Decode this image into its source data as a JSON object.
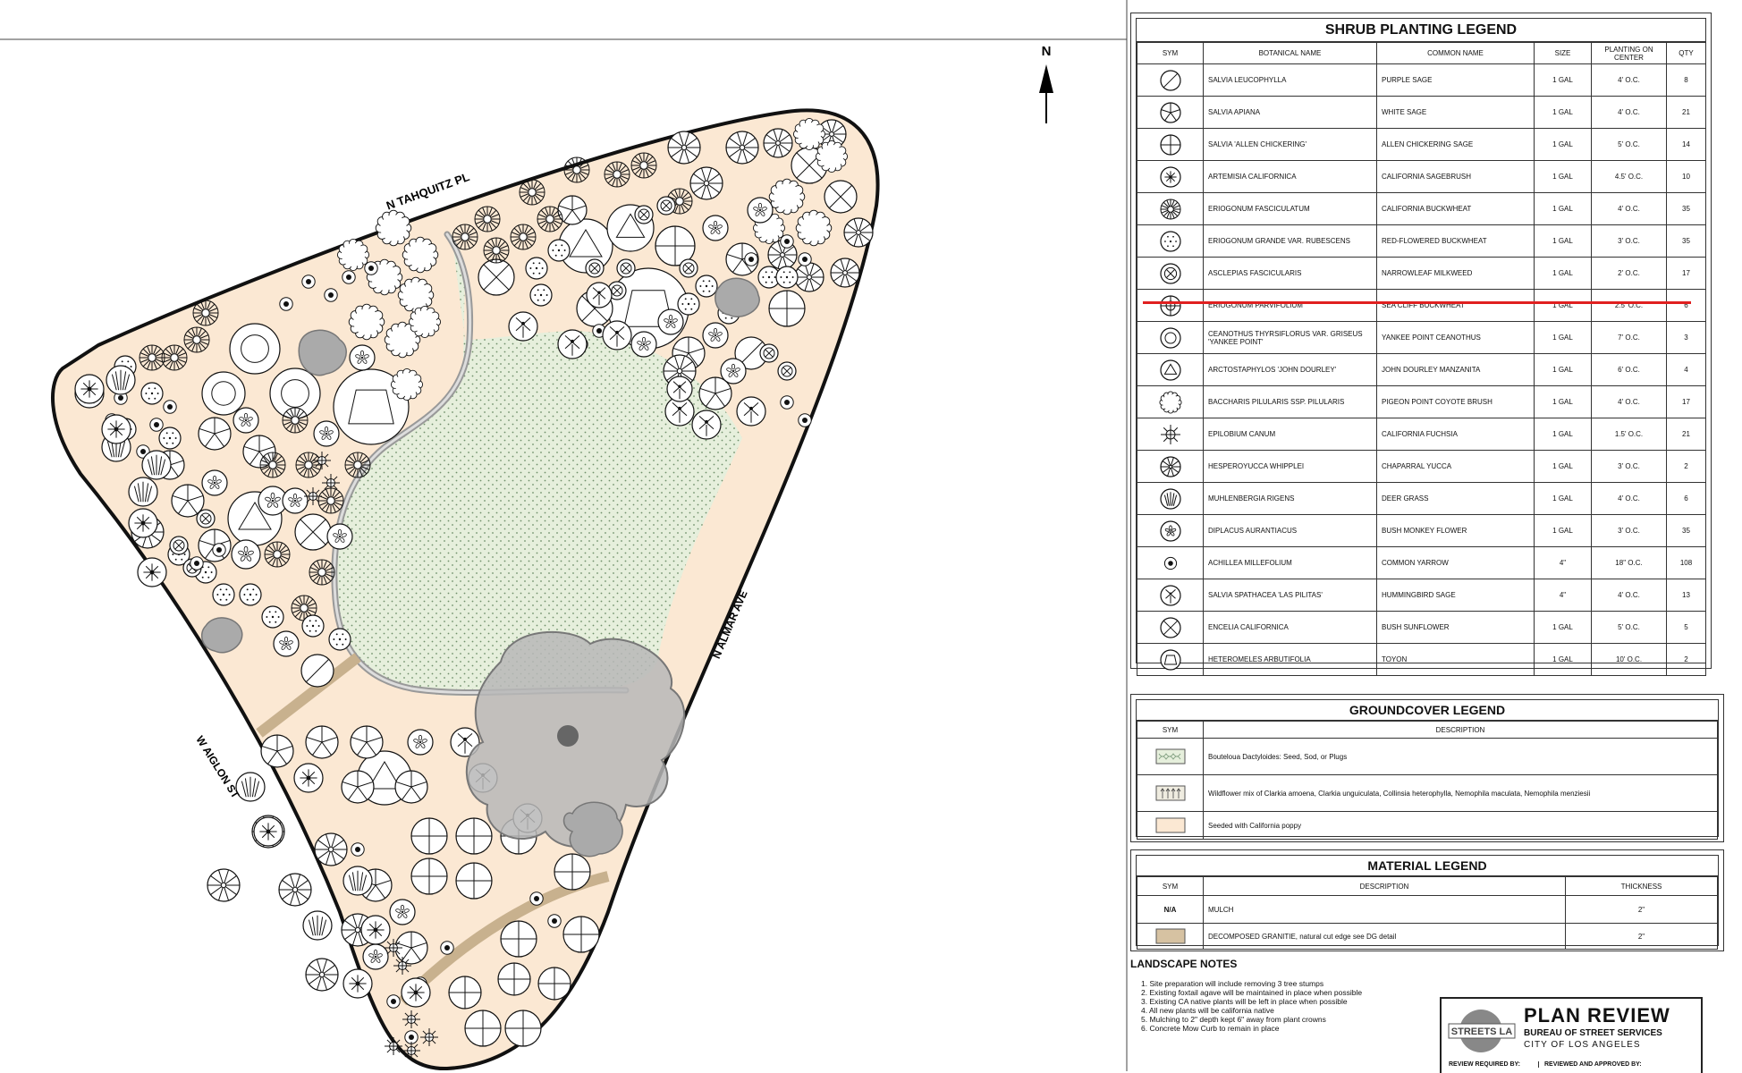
{
  "streets": {
    "north": "N TAHQUITZ PL",
    "east": "N ALMAR AVE",
    "west": "W AIGLON ST"
  },
  "north_arrow": "N",
  "shrub_legend": {
    "title": "SHRUB PLANTING LEGEND",
    "headers": [
      "SYM",
      "BOTANICAL NAME",
      "COMMON NAME",
      "SIZE",
      "PLANTING ON CENTER",
      "QTY"
    ],
    "rows": [
      {
        "sym": "slash",
        "botanical": "SALVIA LEUCOPHYLLA",
        "common": "PURPLE SAGE",
        "size": "1 GAL",
        "oc": "4' O.C.",
        "qty": "8"
      },
      {
        "sym": "asterisk5",
        "botanical": "SALVIA APIANA",
        "common": "WHITE SAGE",
        "size": "1 GAL",
        "oc": "4' O.C.",
        "qty": "21"
      },
      {
        "sym": "plus",
        "botanical": "SALVIA 'ALLEN CHICKERING'",
        "common": "ALLEN CHICKERING SAGE",
        "size": "1 GAL",
        "oc": "5' O.C.",
        "qty": "14"
      },
      {
        "sym": "star-dot",
        "botanical": "ARTEMISIA CALIFORNICA",
        "common": "CALIFORNIA SAGEBRUSH",
        "size": "1 GAL",
        "oc": "4.5' O.C.",
        "qty": "10"
      },
      {
        "sym": "burst",
        "botanical": "ERIOGONUM FASCICULATUM",
        "common": "CALIFORNIA BUCKWHEAT",
        "size": "1 GAL",
        "oc": "4' O.C.",
        "qty": "35"
      },
      {
        "sym": "dotted",
        "botanical": "ERIOGONUM GRANDE VAR. RUBESCENS",
        "common": "RED-FLOWERED BUCKWHEAT",
        "size": "1 GAL",
        "oc": "3' O.C.",
        "qty": "35"
      },
      {
        "sym": "x-ring",
        "botanical": "ASCLEPIAS FASCICULARIS",
        "common": "NARROWLEAF MILKWEED",
        "size": "1 GAL",
        "oc": "2' O.C.",
        "qty": "17"
      },
      {
        "sym": "quad",
        "botanical": "ERIOGONUM PARVIFOLIUM",
        "common": "SEA CLIFF BUCKWHEAT",
        "size": "1 GAL",
        "oc": "2.5' O.C.",
        "qty": "6"
      },
      {
        "sym": "ring",
        "botanical": "CEANOTHUS THYRSIFLORUS VAR. GRISEUS 'YANKEE POINT'",
        "common": "YANKEE POINT CEANOTHUS",
        "size": "1 GAL",
        "oc": "7' O.C.",
        "qty": "3"
      },
      {
        "sym": "triangle",
        "botanical": "ARCTOSTAPHYLOS 'JOHN DOURLEY'",
        "common": "JOHN DOURLEY MANZANITA",
        "size": "1 GAL",
        "oc": "6' O.C.",
        "qty": "4"
      },
      {
        "sym": "scallop",
        "botanical": "BACCHARIS PILULARIS SSP. PILULARIS",
        "common": "PIGEON POINT COYOTE BRUSH",
        "size": "1 GAL",
        "oc": "4' O.C.",
        "qty": "17"
      },
      {
        "sym": "spark",
        "botanical": "EPILOBIUM CANUM",
        "common": "CALIFORNIA FUCHSIA",
        "size": "1 GAL",
        "oc": "1.5' O.C.",
        "qty": "21"
      },
      {
        "sym": "spokes",
        "botanical": "HESPEROYUCCA WHIPPLEI",
        "common": "CHAPARRAL YUCCA",
        "size": "1 GAL",
        "oc": "3' O.C.",
        "qty": "2"
      },
      {
        "sym": "grass",
        "botanical": "MUHLENBERGIA RIGENS",
        "common": "DEER GRASS",
        "size": "1 GAL",
        "oc": "4' O.C.",
        "qty": "6"
      },
      {
        "sym": "flower",
        "botanical": "DIPLACUS AURANTIACUS",
        "common": "BUSH MONKEY FLOWER",
        "size": "1 GAL",
        "oc": "3' O.C.",
        "qty": "35"
      },
      {
        "sym": "small-flower",
        "botanical": "ACHILLEA MILLEFOLIUM",
        "common": "COMMON YARROW",
        "size": "4\"",
        "oc": "18\" O.C.",
        "qty": "108"
      },
      {
        "sym": "hummingbird",
        "botanical": "SALVIA SPATHACEA 'LAS PILITAS'",
        "common": "HUMMINGBIRD SAGE",
        "size": "4\"",
        "oc": "4' O.C.",
        "qty": "13"
      },
      {
        "sym": "x",
        "botanical": "ENCELIA CALIFORNICA",
        "common": "BUSH SUNFLOWER",
        "size": "1 GAL",
        "oc": "5' O.C.",
        "qty": "5"
      },
      {
        "sym": "trapezoid",
        "botanical": "HETEROMELES ARBUTIFOLIA",
        "common": "TOYON",
        "size": "1 GAL",
        "oc": "10' O.C.",
        "qty": "2"
      }
    ]
  },
  "groundcover_legend": {
    "title": "GROUNDCOVER LEGEND",
    "headers": [
      "SYM",
      "DESCRIPTION"
    ],
    "rows": [
      {
        "sym": "grass-hatch",
        "description": "Bouteloua Dactyloides: Seed, Sod, or Plugs"
      },
      {
        "sym": "wildflower-hatch",
        "description": "Wildflower mix of Clarkia amoena, Clarkia unguiculata, Collinsia heterophylla, Nemophila maculata, Nemophila menziesii"
      },
      {
        "sym": "poppy-fill",
        "description": "Seeded with California poppy"
      }
    ],
    "colors": {
      "grass": "#e6efdc",
      "poppy": "#fbe8d3"
    }
  },
  "material_legend": {
    "title": "MATERIAL LEGEND",
    "headers": [
      "SYM",
      "DESCRIPTION",
      "THICKNESS"
    ],
    "rows": [
      {
        "sym": "N/A",
        "description": "MULCH",
        "thickness": "2\""
      },
      {
        "sym": "dg-fill",
        "description": "DECOMPOSED GRANITIE, natural cut edge see DG detail",
        "thickness": "2\""
      }
    ]
  },
  "landscape_notes": {
    "title": "LANDSCAPE NOTES",
    "items": [
      "1. Site preparation will include removing 3 tree stumps",
      "2. Existing foxtail agave will be maintained in place when possible",
      "3. Existing CA native plants will be left in place when possible",
      "4. All new plants will be california native",
      "5. Mulching to 2\" depth kept 6\" away from plant crowns",
      "6. Concrete Mow Curb to remain in place"
    ]
  },
  "stamp": {
    "logo_text": "STREETS LA",
    "title": "PLAN REVIEW",
    "line1": "BUREAU OF STREET SERVICES",
    "line2": "CITY OF LOS ANGELES",
    "review_required": "REVIEW REQUIRED BY:",
    "reviewed_by": "REVIEWED AND APPROVED BY:"
  }
}
